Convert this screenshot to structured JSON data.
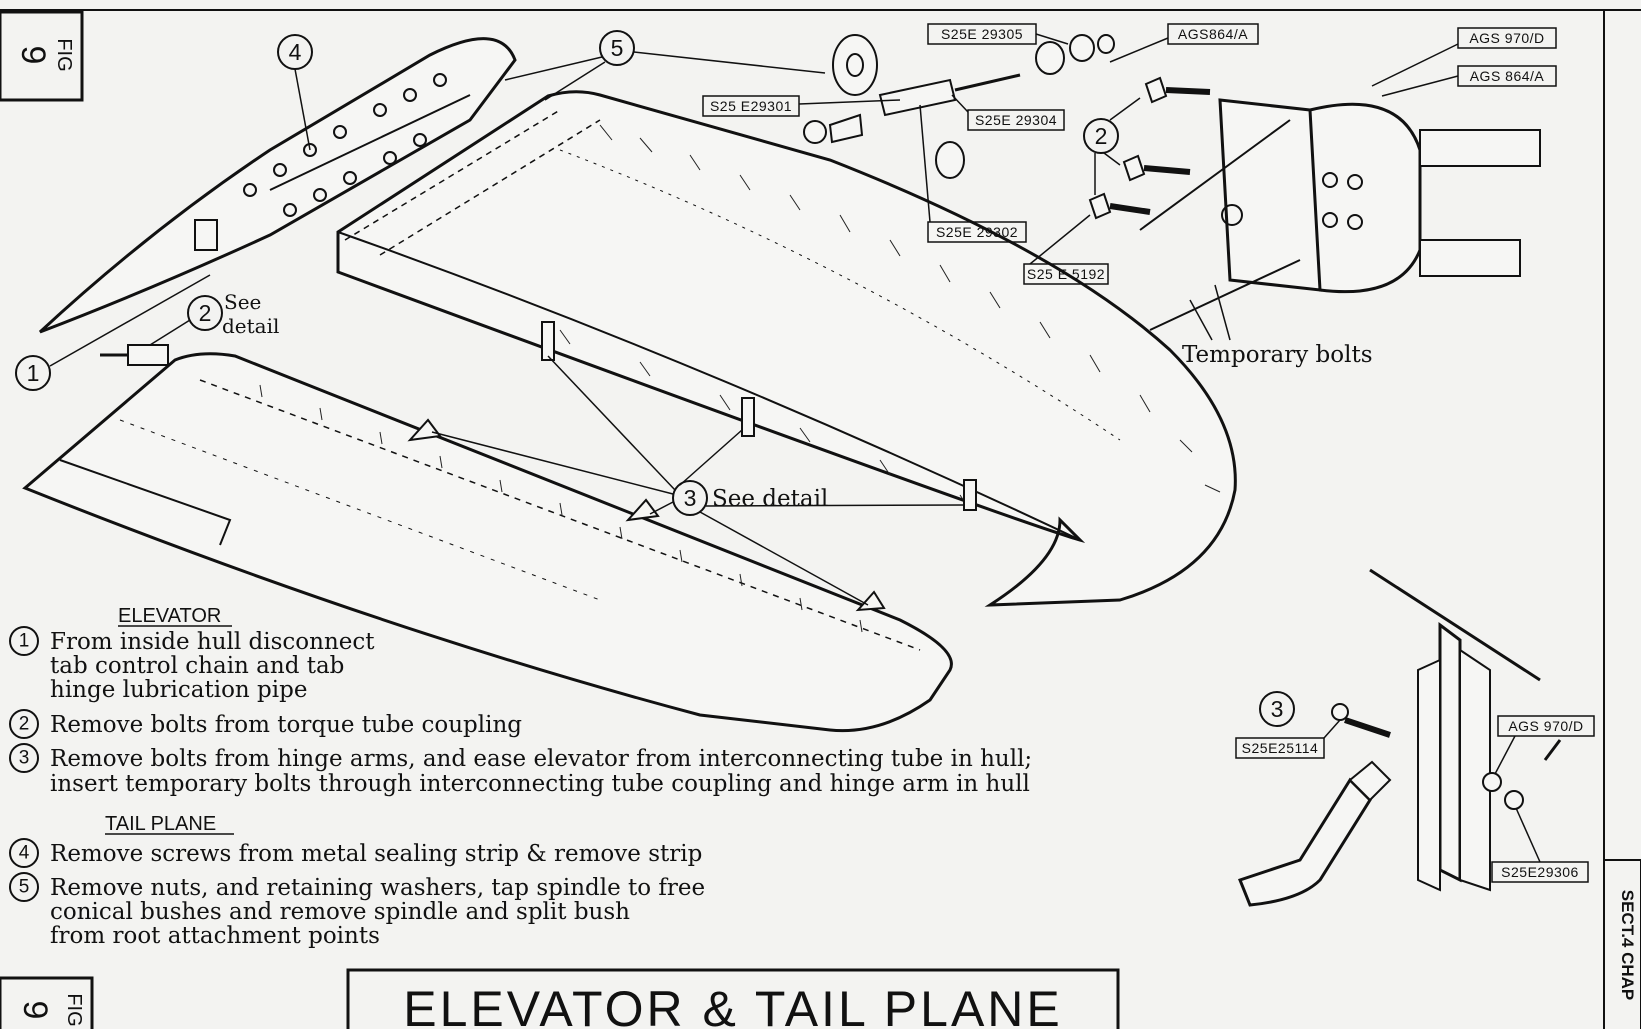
{
  "figure": {
    "label": "FIG",
    "number": "9"
  },
  "title": "ELEVATOR & TAIL PLANE",
  "section_tag": "SECT.4 CHAP",
  "part_refs": {
    "s25e29305": "S25E 29305",
    "ags864a_top": "AGS864/A",
    "ags970d_top": "AGS 970/D",
    "ags864a_right": "AGS 864/A",
    "s25e29301": "S25 E29301",
    "s25e29304": "S25E 29304",
    "s25e29302": "S25E 29302",
    "s25e5192": "S25 E 5192",
    "s25e25114": "S25E25114",
    "ags970d_detail": "AGS 970/D",
    "s25e29306": "S25E29306"
  },
  "callouts": {
    "c1": "1",
    "c2": "2",
    "c3": "3",
    "c4": "4",
    "c5": "5",
    "c2_detail": "2",
    "c3_detail": "3"
  },
  "notes": {
    "see_detail_2a": "See",
    "see_detail_2b": "detail",
    "see_detail_3": "See detail",
    "temporary_bolts": "Temporary bolts"
  },
  "instructions": {
    "elevator_heading": "ELEVATOR",
    "step1": {
      "num": "1",
      "lines": [
        "From inside hull disconnect",
        "tab control chain and tab",
        "hinge lubrication pipe"
      ]
    },
    "step2": {
      "num": "2",
      "lines": [
        "Remove bolts from torque tube coupling"
      ]
    },
    "step3": {
      "num": "3",
      "lines": [
        "Remove bolts from hinge arms, and ease elevator from interconnecting tube in hull;",
        "insert temporary bolts through interconnecting tube coupling and hinge arm in hull"
      ]
    },
    "tailplane_heading": "TAIL PLANE",
    "step4": {
      "num": "4",
      "lines": [
        "Remove screws from metal sealing strip & remove strip"
      ]
    },
    "step5": {
      "num": "5",
      "lines": [
        "Remove nuts, and retaining washers, tap spindle to free",
        "conical bushes and remove spindle and split bush",
        "from root attachment points"
      ]
    }
  }
}
